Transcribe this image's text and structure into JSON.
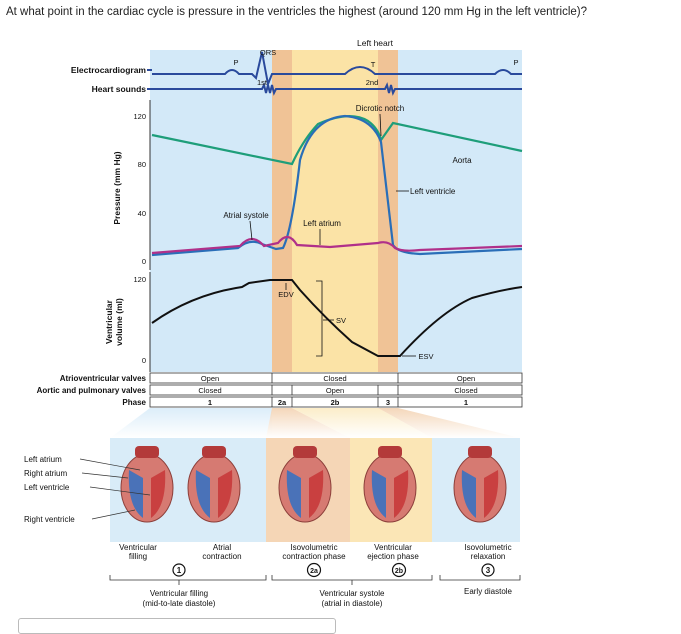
{
  "question": "At what point in the cardiac cycle is pressure in the ventricles the highest (around 120 mm Hg in the left ventricle)?",
  "figure": {
    "header": "Left heart",
    "row_labels": {
      "ecg": "Electrocardiogram",
      "sounds": "Heart sounds",
      "pressure": "Pressure (mm Hg)",
      "volume_line1": "Ventricular",
      "volume_line2": "volume (ml)",
      "av_valves": "Atrioventricular valves",
      "ap_valves": "Aortic and pulmonary valves",
      "phase": "Phase"
    },
    "ecg_labels": {
      "qrs": "QRS",
      "p1": "P",
      "t": "T",
      "p2": "P"
    },
    "sound_labels": {
      "first": "1st",
      "second": "2nd"
    },
    "pressure_ticks": [
      "120",
      "80",
      "40",
      "0"
    ],
    "volume_ticks": [
      "120",
      "0"
    ],
    "annotations": {
      "dicrotic_notch": "Dicrotic notch",
      "aorta": "Aorta",
      "left_ventricle": "Left ventricle",
      "atrial_systole": "Atrial systole",
      "left_atrium": "Left atrium",
      "edv": "EDV",
      "sv": "SV",
      "esv": "ESV"
    },
    "valve_rows": {
      "av": {
        "left": "Open",
        "mid": "Closed",
        "right": "Open"
      },
      "ap": {
        "left": "Closed",
        "mid": "Open",
        "right": "Closed"
      },
      "phase": {
        "p1": "1",
        "p2a": "2a",
        "p2b": "2b",
        "p3": "3",
        "p1b": "1"
      }
    },
    "heart_labels": {
      "left_atrium": "Left atrium",
      "right_atrium": "Right atrium",
      "left_ventricle": "Left ventricle",
      "right_ventricle": "Right ventricle"
    },
    "stage_captions": {
      "vent_fill_1": "Ventricular",
      "vent_fill_2": "filling",
      "atrial_1": "Atrial",
      "atrial_2": "contraction",
      "iso_con_1": "Isovolumetric",
      "iso_con_2": "contraction phase",
      "eject_1": "Ventricular",
      "eject_2": "ejection phase",
      "iso_rel_1": "Isovolumetric",
      "iso_rel_2": "relaxation"
    },
    "stage_numbers": {
      "n1": "1",
      "n2a": "2a",
      "n2b": "2b",
      "n3": "3"
    },
    "group_captions": {
      "filling_1": "Ventricular filling",
      "filling_2": "(mid-to-late diastole)",
      "systole_1": "Ventricular systole",
      "systole_2": "(atrial in diastole)",
      "early": "Early diastole"
    },
    "colors": {
      "diastole_bg": "#d3e9f8",
      "iso_bg": "#f3c89c",
      "eject_bg": "#fbe3a6",
      "ecg_line": "#2a4a9c",
      "aorta": "#1e9e7a",
      "ventricle": "#2a6eb8",
      "atrium": "#b0308a",
      "volume": "#111111"
    }
  }
}
